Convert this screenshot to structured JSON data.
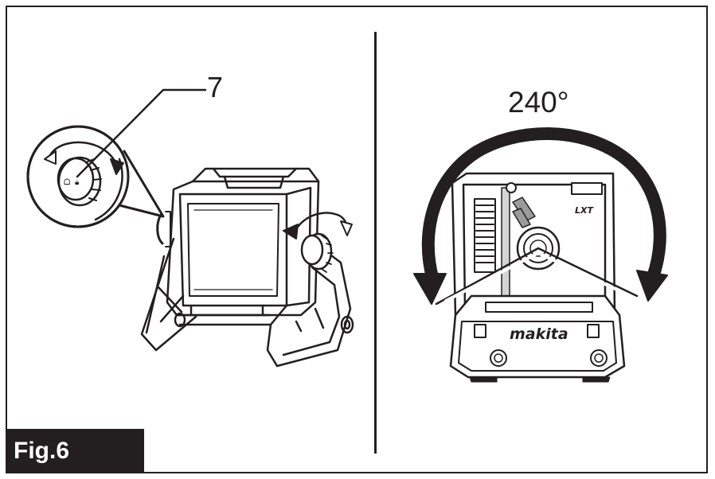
{
  "figure": {
    "label": "Fig.6",
    "callout_number": "7",
    "rotation_angle": "240°",
    "brand_text": "makita",
    "badge_text": "LXT"
  },
  "colors": {
    "ink": "#231f20",
    "background": "#ffffff",
    "shade": "#9b9b9b",
    "light_shade": "#d4d4d4"
  }
}
